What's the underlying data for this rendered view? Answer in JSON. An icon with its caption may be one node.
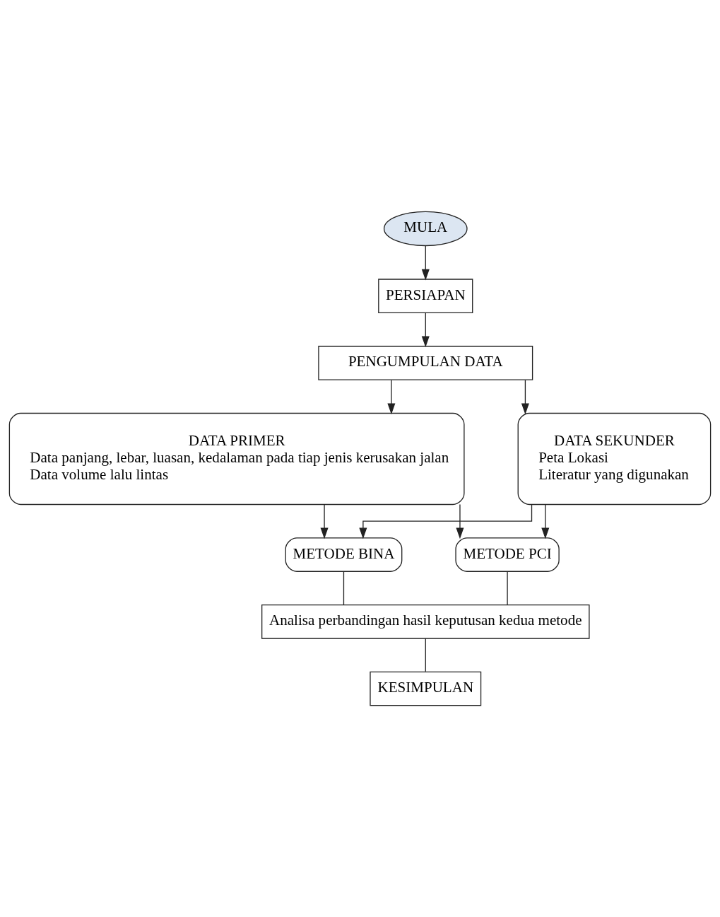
{
  "diagram": {
    "nodes": [
      {
        "text": [
          "MULA"
        ]
      },
      {
        "text": [
          "PERSIAPAN"
        ]
      },
      {
        "text": [
          "PENGUMPULAN DATA"
        ]
      },
      {
        "text": [
          "DATA PRIMER",
          "Data panjang, lebar, luasan, kedalaman pada tiap jenis kerusakan jalan",
          "Data volume lalu lintas"
        ]
      },
      {
        "text": [
          "DATA SEKUNDER",
          "Peta Lokasi",
          "Literatur yang digunakan"
        ]
      },
      {
        "text": [
          "METODE BINA"
        ]
      },
      {
        "text": [
          "METODE PCI"
        ]
      },
      {
        "text": [
          "Analisa perbandingan hasil keputusan kedua metode"
        ]
      },
      {
        "text": [
          "KESIMPULAN"
        ]
      }
    ],
    "edges": [
      {
        "from": 0,
        "to": 1,
        "arrow": "to"
      },
      {
        "from": 1,
        "to": 2,
        "arrow": "to"
      },
      {
        "from": 2,
        "to": 3,
        "arrow": "to"
      },
      {
        "from": 2,
        "to": 4,
        "arrow": "to"
      },
      {
        "from": 3,
        "to": 5,
        "arrow": "to"
      },
      {
        "from": 3,
        "to": 6,
        "arrow": "to"
      },
      {
        "from": 4,
        "to": 5,
        "arrow": "to"
      },
      {
        "from": 4,
        "to": 6,
        "arrow": "to"
      },
      {
        "from": 5,
        "to": 7,
        "arrow": "none"
      },
      {
        "from": 6,
        "to": 7,
        "arrow": "none"
      },
      {
        "from": 7,
        "to": 8,
        "arrow": "none"
      }
    ]
  }
}
